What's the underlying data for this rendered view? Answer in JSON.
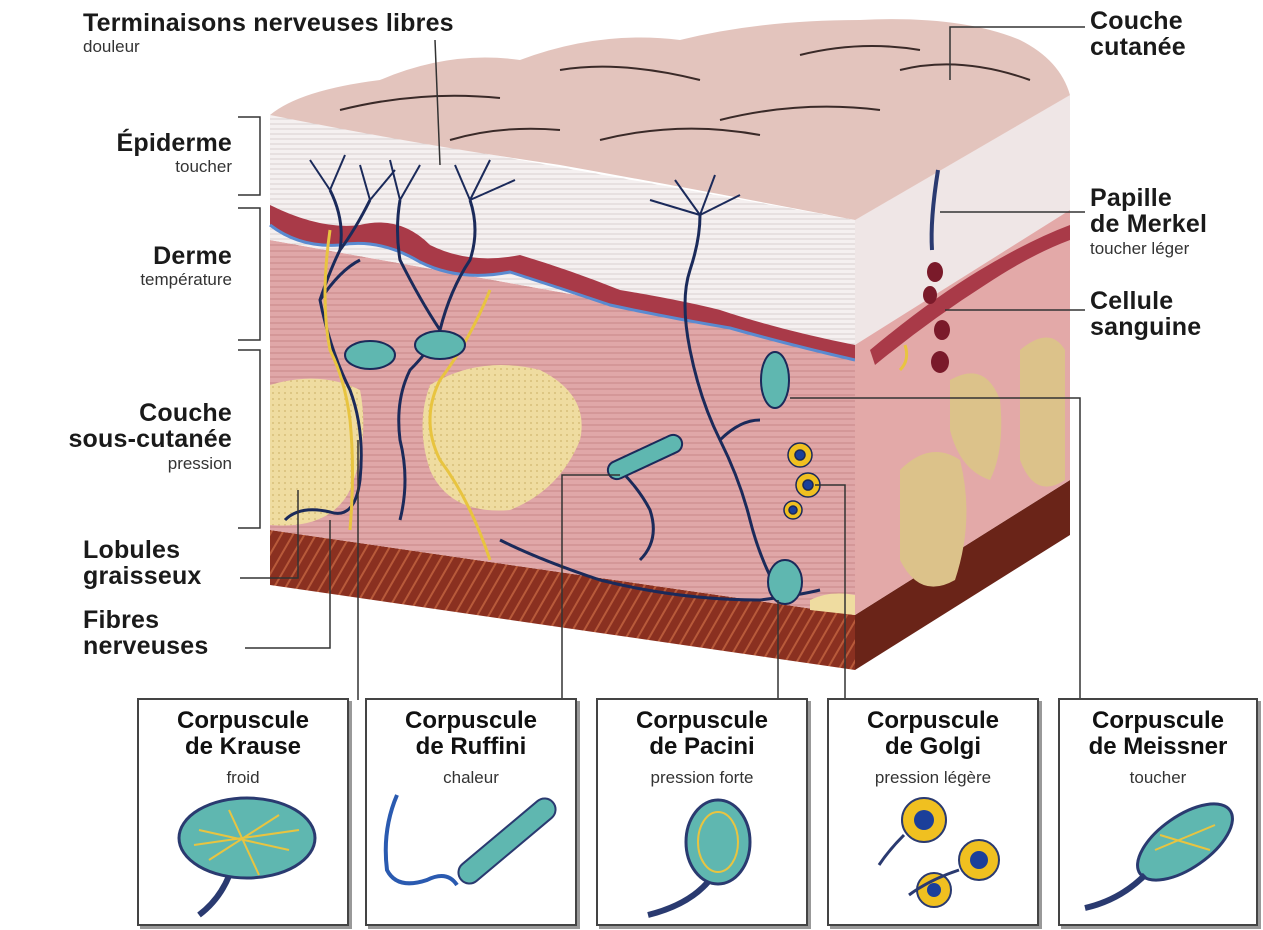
{
  "labels": {
    "terminaisons": {
      "title": "Terminaisons nerveuses libres",
      "sub": "douleur"
    },
    "couche_cutanee": {
      "line1": "Couche",
      "line2": "cutanée"
    },
    "epiderme": {
      "title": "Épiderme",
      "sub": "toucher"
    },
    "derme": {
      "title": "Derme",
      "sub": "température"
    },
    "sous_cutanee": {
      "line1": "Couche",
      "line2": "sous-cutanée",
      "sub": "pression"
    },
    "lobules": {
      "line1": "Lobules",
      "line2": "graisseux"
    },
    "fibres": {
      "line1": "Fibres",
      "line2": "nerveuses"
    },
    "merkel": {
      "line1": "Papille",
      "line2": "de Merkel",
      "sub": "toucher léger"
    },
    "cellule": {
      "line1": "Cellule",
      "line2": "sanguine"
    }
  },
  "corpuscles": [
    {
      "line1": "Corpuscule",
      "line2": "de Krause",
      "sub": "froid"
    },
    {
      "line1": "Corpuscule",
      "line2": "de Ruffini",
      "sub": "chaleur"
    },
    {
      "line1": "Corpuscule",
      "line2": "de Pacini",
      "sub": "pression forte"
    },
    {
      "line1": "Corpuscule",
      "line2": "de Golgi",
      "sub": "pression légère"
    },
    {
      "line1": "Corpuscule",
      "line2": "de Meissner",
      "sub": "toucher"
    }
  ],
  "colors": {
    "skin_top": "#e3c4bd",
    "epidermis": "#f3eeee",
    "dermis": "#e0a7a8",
    "fat": "#efdca0",
    "base": "#8a3020",
    "nerve": "#1b2a5a",
    "sensor": "#5fb7b0",
    "golgi": "#f0c020"
  }
}
